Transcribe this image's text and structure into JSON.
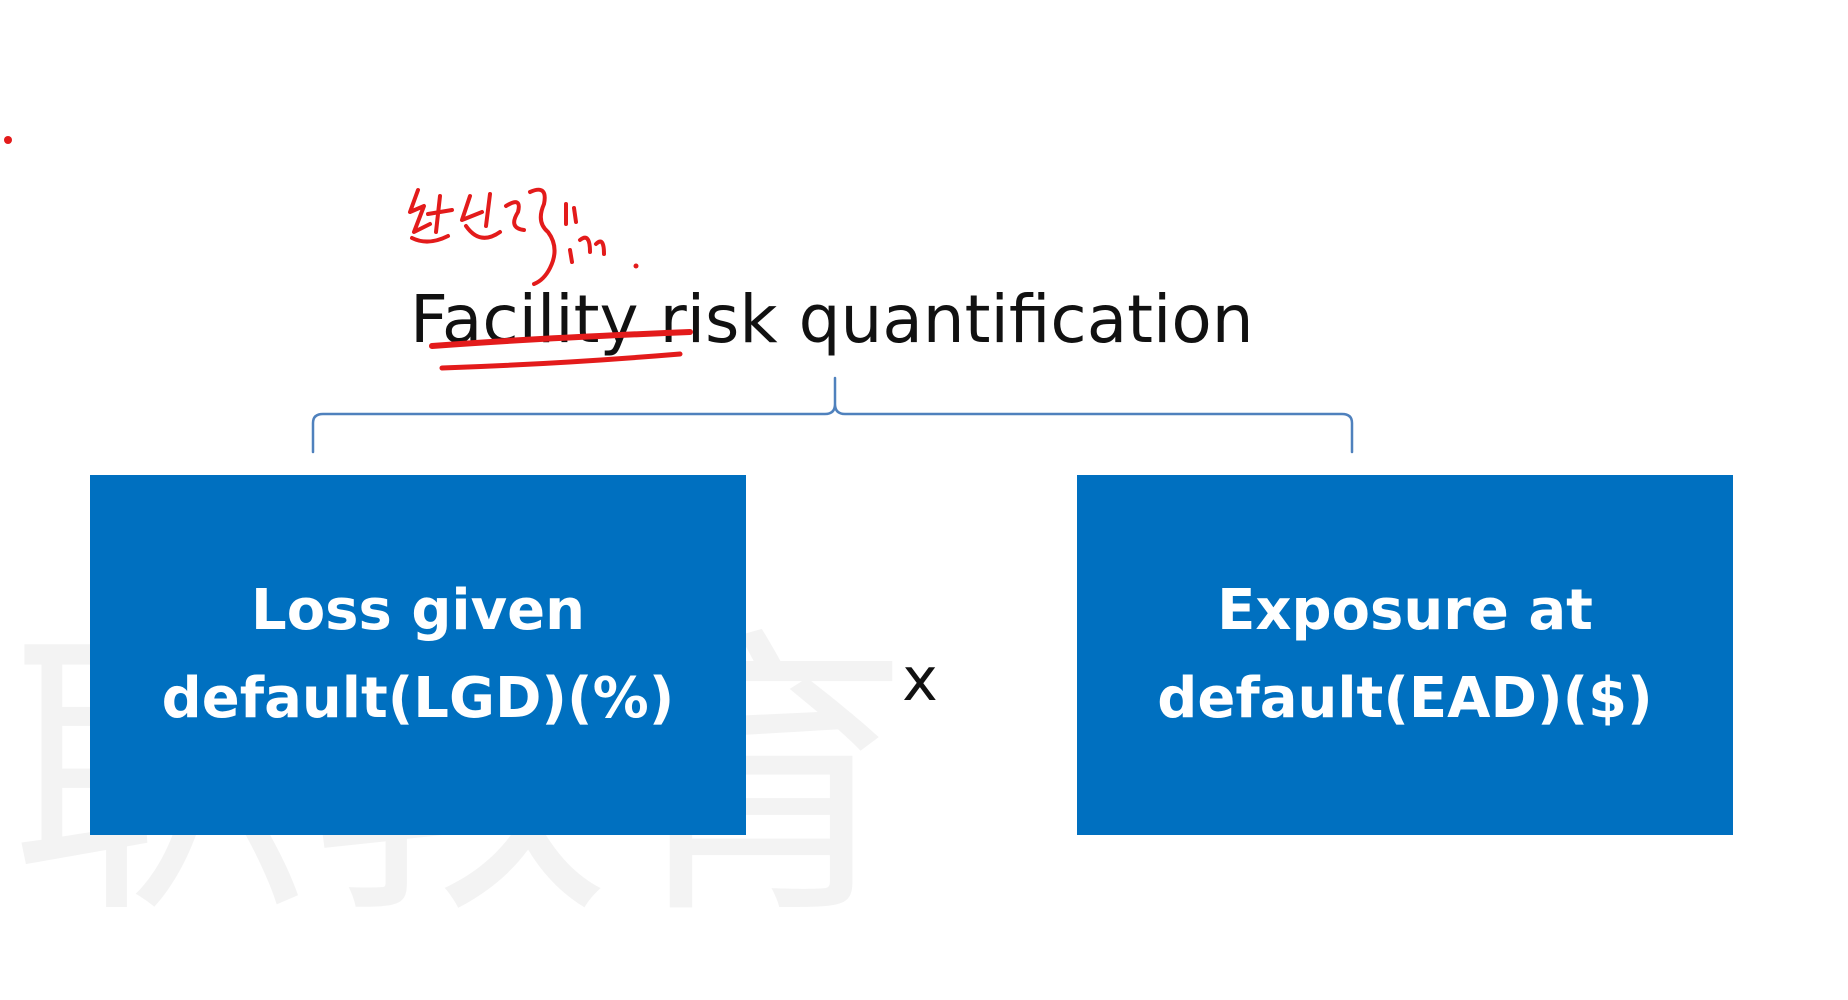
{
  "watermark": {
    "text": "职教育"
  },
  "title": "Facility risk quantification",
  "operator": "x",
  "boxes": {
    "left": {
      "line1": "Loss given",
      "line2": "default(LGD)(%)"
    },
    "right": {
      "line1": "Exposure at",
      "line2": "default(EAD)($)"
    }
  },
  "colors": {
    "box_fill": "#0070c0",
    "bracket": "#4f81bd",
    "annotation": "#e31b1b"
  }
}
